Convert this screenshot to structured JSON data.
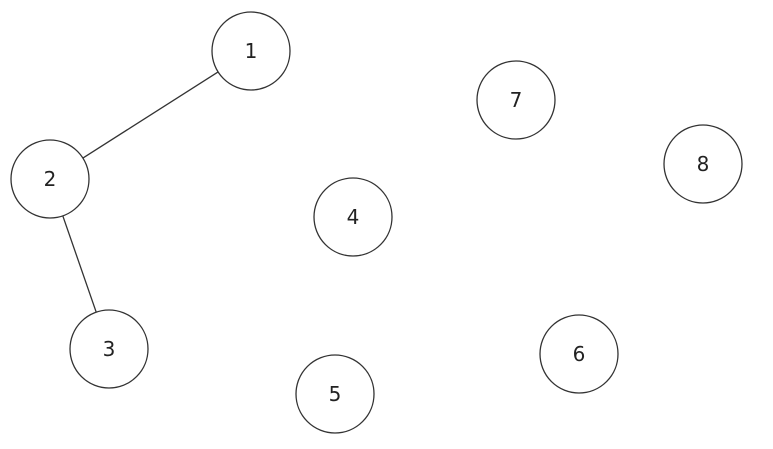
{
  "graph": {
    "nodes": [
      {
        "id": "1",
        "label": "1"
      },
      {
        "id": "2",
        "label": "2"
      },
      {
        "id": "3",
        "label": "3"
      },
      {
        "id": "4",
        "label": "4"
      },
      {
        "id": "5",
        "label": "5"
      },
      {
        "id": "6",
        "label": "6"
      },
      {
        "id": "7",
        "label": "7"
      },
      {
        "id": "8",
        "label": "8"
      }
    ],
    "edges": [
      {
        "from": "1",
        "to": "2"
      },
      {
        "from": "2",
        "to": "3"
      }
    ],
    "colors": {
      "stroke": "#333333",
      "fill": "#ffffff",
      "text": "#222222"
    }
  }
}
